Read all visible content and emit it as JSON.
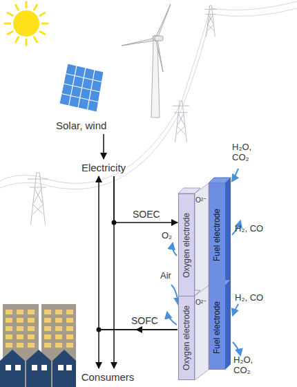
{
  "diagram": {
    "nodes": [
      {
        "text": [
          "Solar, wind"
        ]
      },
      {
        "text": [
          "Electricity"
        ]
      },
      {
        "text": [
          "Oxygen electrode"
        ]
      },
      {
        "text": [
          "Fuel electrode"
        ]
      },
      {
        "text": [
          "Oxygen electrode"
        ]
      },
      {
        "text": [
          "Fuel electrode"
        ]
      },
      {
        "text": [
          "Consumers"
        ]
      }
    ],
    "edges": [
      {
        "from": 0,
        "to": 1,
        "arrow": "to"
      },
      {
        "from": 1,
        "to": 6,
        "arrow": "to"
      },
      {
        "from": 1,
        "to": 2,
        "label": "SOEC",
        "arrow": "to"
      },
      {
        "from": 4,
        "to": 1,
        "arrow": "to"
      },
      {
        "from": 4,
        "to": 6,
        "label": "SOFC",
        "arrow": "to"
      }
    ],
    "labels": [
      "H₂O, CO₂",
      "O²⁻",
      "O₂",
      "H₂, CO",
      "H₂, CO",
      "Air",
      "O²⁻",
      "H₂O, CO₂"
    ]
  }
}
